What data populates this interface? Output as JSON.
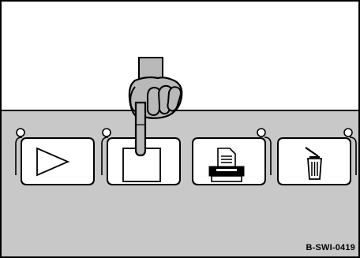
{
  "figure": {
    "reference_code": "B-SWI-0419"
  },
  "buttons": [
    {
      "icon": "play-icon",
      "led": "indicator-led",
      "state": "idle"
    },
    {
      "icon": "stop-icon",
      "led": "indicator-led",
      "state": "pressed"
    },
    {
      "icon": "printer-icon",
      "led": "indicator-led",
      "state": "idle"
    },
    {
      "icon": "trash-icon",
      "led": "indicator-led",
      "state": "idle"
    }
  ],
  "colors": {
    "panel": "#c8c8c8",
    "frame": "#000000",
    "button_face": "#ffffff",
    "hand_fill": "#b9b9b9"
  }
}
